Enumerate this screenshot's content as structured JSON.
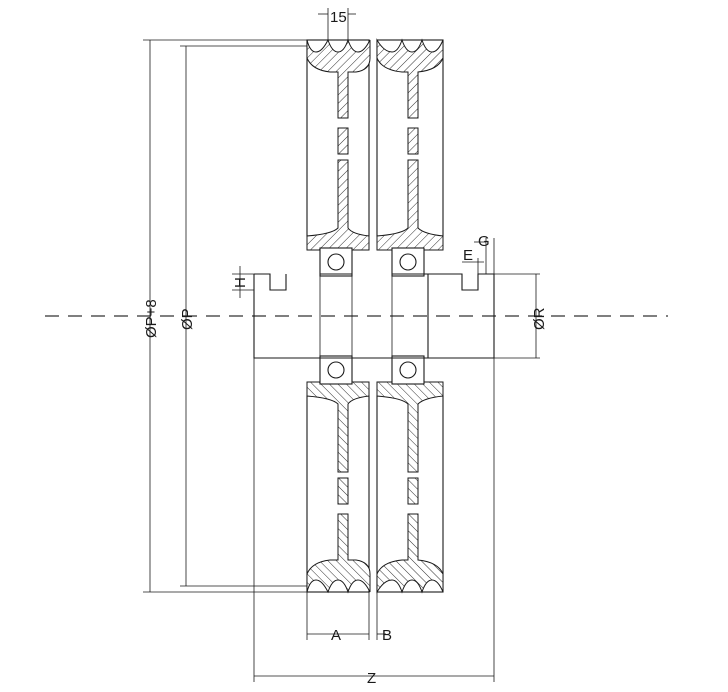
{
  "dimensions": {
    "groove_pitch": "15",
    "outer_diameter": "ØP+8",
    "pitch_diameter": "ØP",
    "bore_diameter": "ØR",
    "hub_height": "H",
    "keyway_e": "E",
    "keyway_g": "G",
    "width_a": "A",
    "gap_b": "B",
    "overall_z": "Z"
  }
}
